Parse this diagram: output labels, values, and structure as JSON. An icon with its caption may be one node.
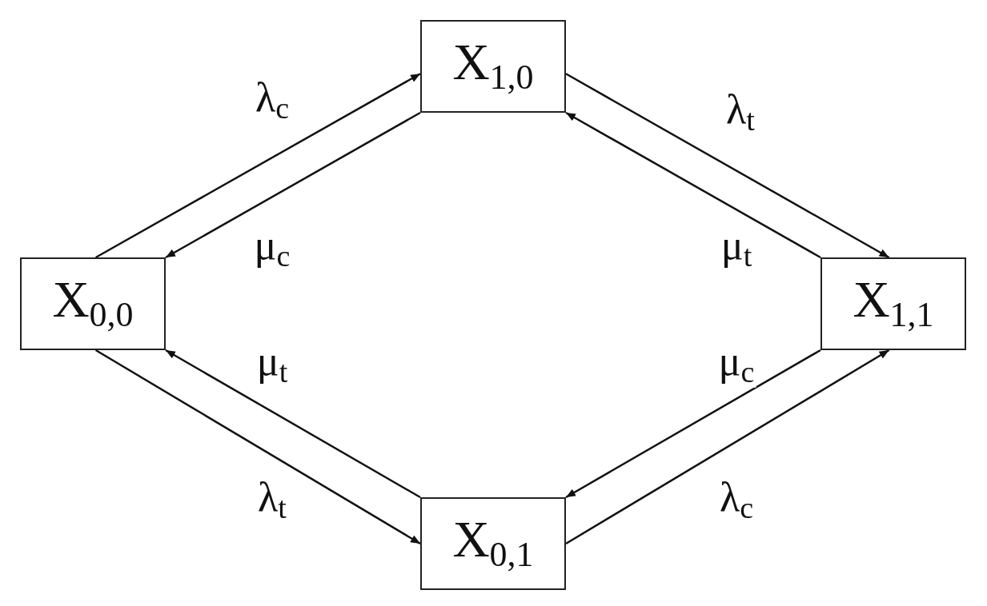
{
  "diagram": {
    "nodes": [
      {
        "text": [
          "X$_{1,0}$"
        ]
      },
      {
        "text": [
          "X$_{0,0}$"
        ]
      },
      {
        "text": [
          "X$_{1,1}$"
        ]
      },
      {
        "text": [
          "X$_{0,1}$"
        ]
      }
    ],
    "edges": [
      {
        "from": 1,
        "to": 0,
        "arrow": "to",
        "label": "λ$_{c}$"
      },
      {
        "from": 0,
        "to": 1,
        "arrow": "to",
        "label": "μ$_{c}$"
      },
      {
        "from": 0,
        "to": 2,
        "arrow": "to",
        "label": "λ$_{t}$"
      },
      {
        "from": 2,
        "to": 0,
        "arrow": "to",
        "label": "μ$_{t}$"
      },
      {
        "from": 3,
        "to": 1,
        "arrow": "to",
        "label": "μ$_{t}$"
      },
      {
        "from": 1,
        "to": 3,
        "arrow": "to",
        "label": "λ$_{t}$"
      },
      {
        "from": 2,
        "to": 3,
        "arrow": "to",
        "label": "μ$_{c}$"
      },
      {
        "from": 3,
        "to": 2,
        "arrow": "to",
        "label": "λ$_{c}$"
      }
    ]
  }
}
